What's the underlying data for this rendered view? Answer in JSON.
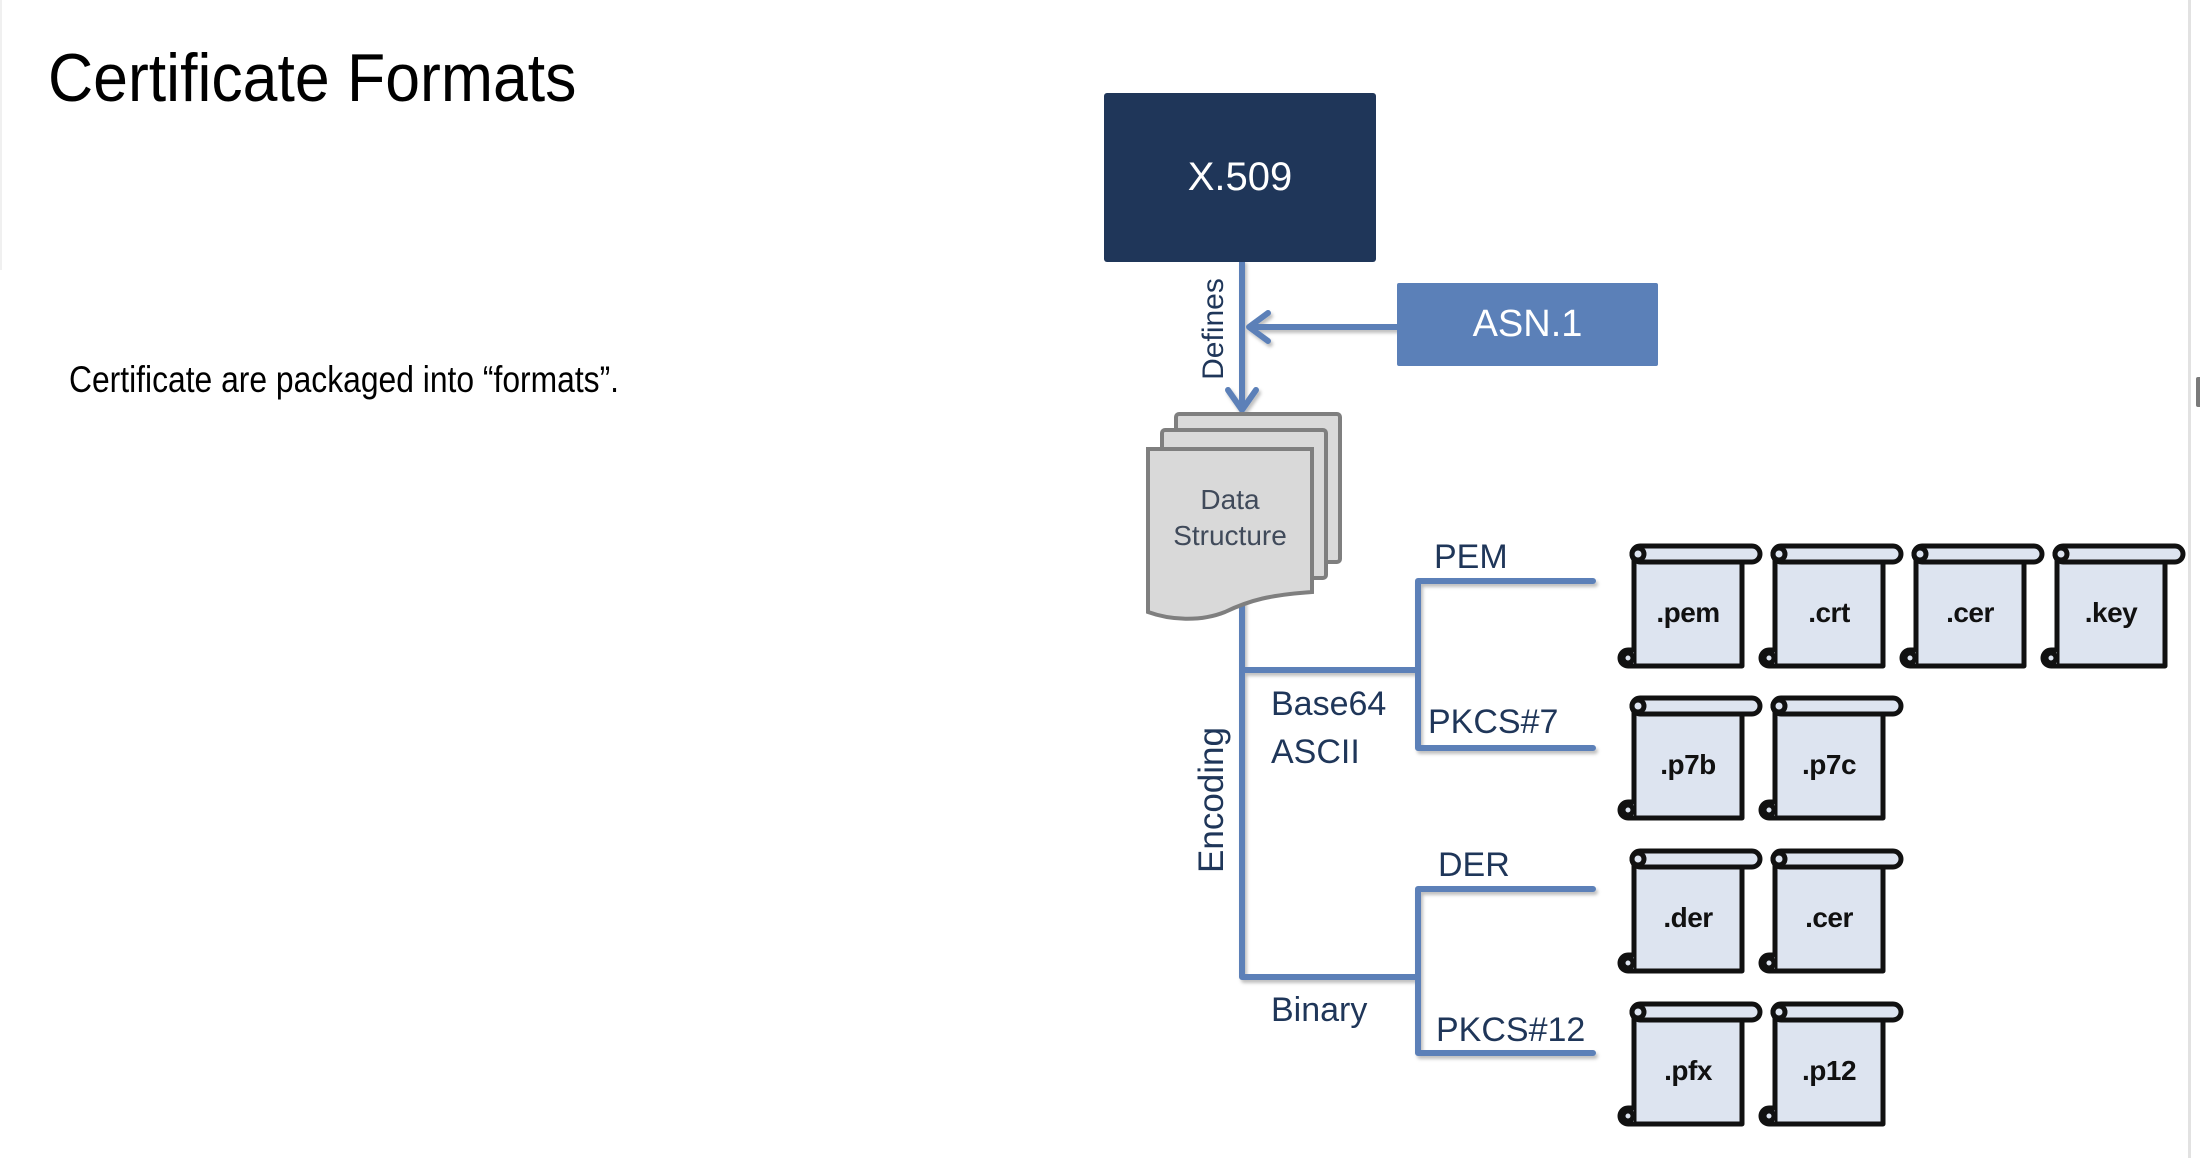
{
  "slide": {
    "title": "Certificate Formats",
    "body": "Certificate are packaged into “formats”."
  },
  "diagram": {
    "root": "X.509",
    "asn": "ASN.1",
    "defines_label": "Defines",
    "data_structure": [
      "Data",
      "Structure"
    ],
    "encoding_label": "Encoding",
    "base64_label": "Base64",
    "ascii_label": "ASCII",
    "binary_label": "Binary",
    "formats": [
      {
        "name": "PEM",
        "extensions": [
          ".pem",
          ".crt",
          ".cer",
          ".key"
        ]
      },
      {
        "name": "PKCS#7",
        "extensions": [
          ".p7b",
          ".p7c"
        ]
      },
      {
        "name": "DER",
        "extensions": [
          ".der",
          ".cer"
        ]
      },
      {
        "name": "PKCS#12",
        "extensions": [
          ".pfx",
          ".p12"
        ]
      }
    ]
  },
  "colors": {
    "root_fill": "#1f3659",
    "asn_fill": "#5b80b8",
    "connector": "#5b80b8",
    "label_text": "#1f3659",
    "scroll_fill": "#dde4f0",
    "page_fill": "#d9d9d9"
  }
}
